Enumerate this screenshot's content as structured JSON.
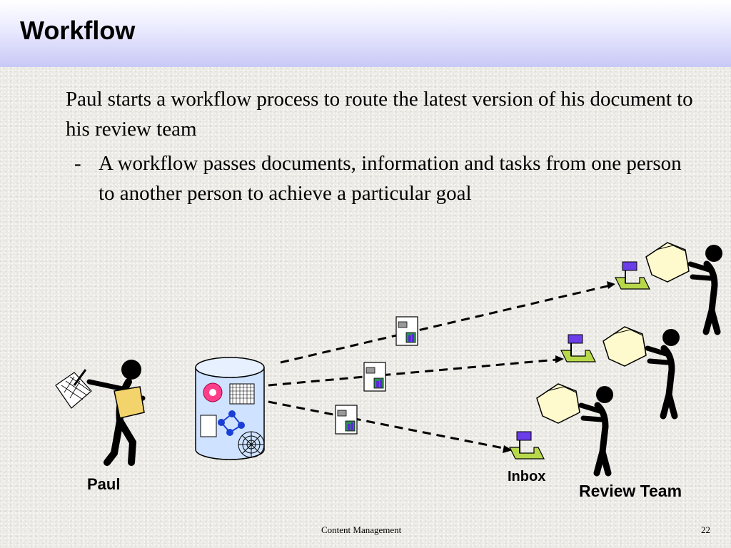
{
  "slide": {
    "title": "Workflow",
    "main_point": "Paul starts a workflow process to route the latest version of his document to his review team",
    "sub_point_marker": "-",
    "sub_point": "A workflow passes documents, information and tasks from one person to another person to achieve a particular goal"
  },
  "diagram": {
    "sender_label": "Paul",
    "inbox_label": "Inbox",
    "receivers_label": "Review Team"
  },
  "footer": {
    "center_text": "Content Management",
    "page_number": "22"
  },
  "colors": {
    "title_band": "#c8c8f6",
    "repository_fill": "#cfe2ff",
    "inbox_tray": "#b7d84a",
    "inbox_flag": "#6a3de8"
  }
}
